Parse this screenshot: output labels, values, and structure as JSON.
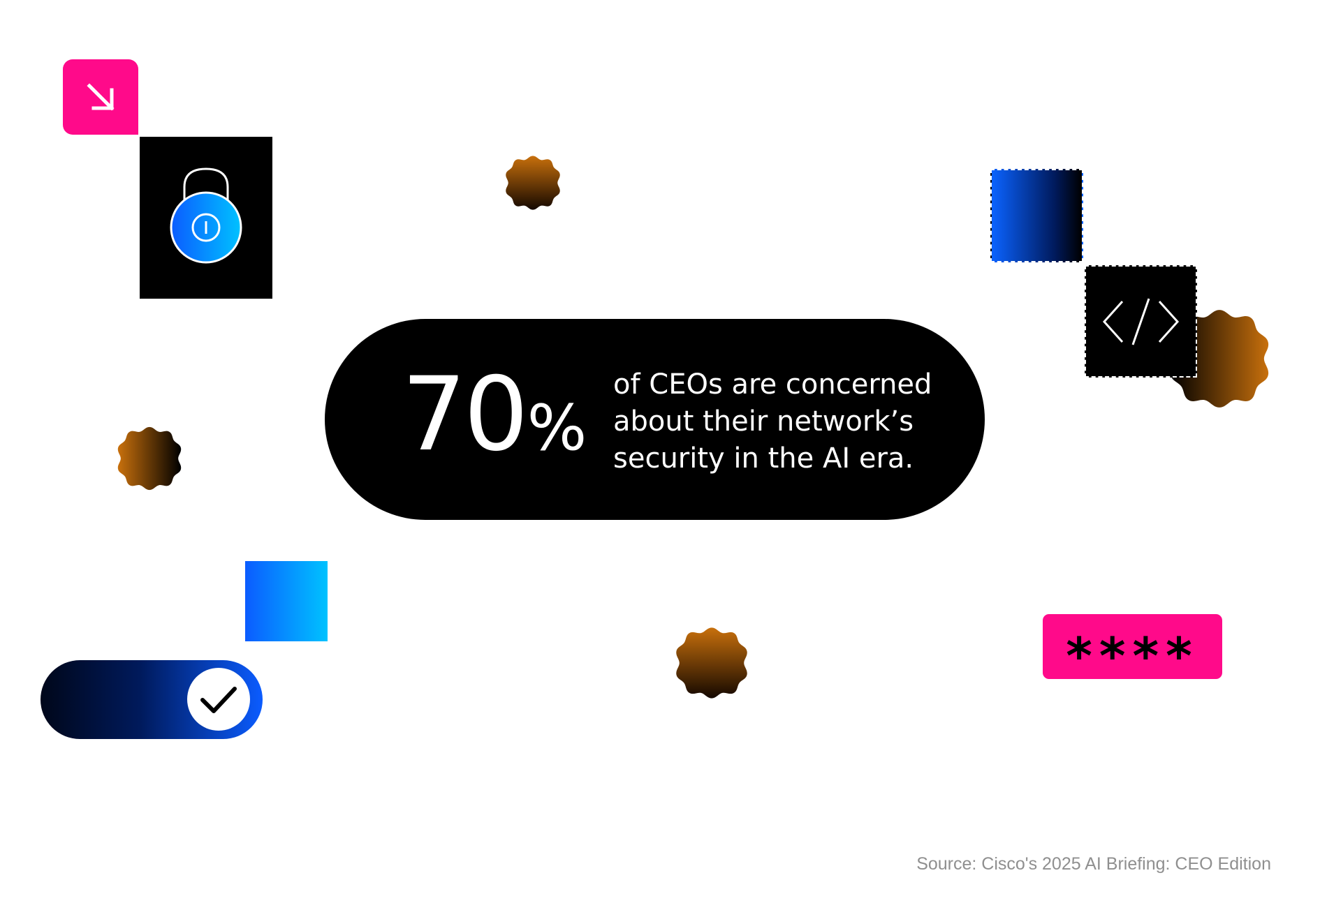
{
  "stat": {
    "value": "70",
    "unit": "%",
    "caption": "of CEOs are concerned about their network’s security in the AI era."
  },
  "password_field": {
    "masked_value": "****"
  },
  "source": "Source: Cisco's 2025 AI Briefing: CEO Edition",
  "icons": {
    "arrow": "arrow-down-right-icon",
    "lock": "padlock-icon",
    "code": "code-brackets-icon",
    "check": "checkmark-icon",
    "badge": "scalloped-badge-icon"
  },
  "colors": {
    "accent_pink": "#ff0a8a",
    "accent_blue": "#0b5cff",
    "accent_cyan": "#00c2ff",
    "badge_orange": "#c66a0a",
    "pill_black": "#000000",
    "source_gray": "#8f8f8f"
  }
}
